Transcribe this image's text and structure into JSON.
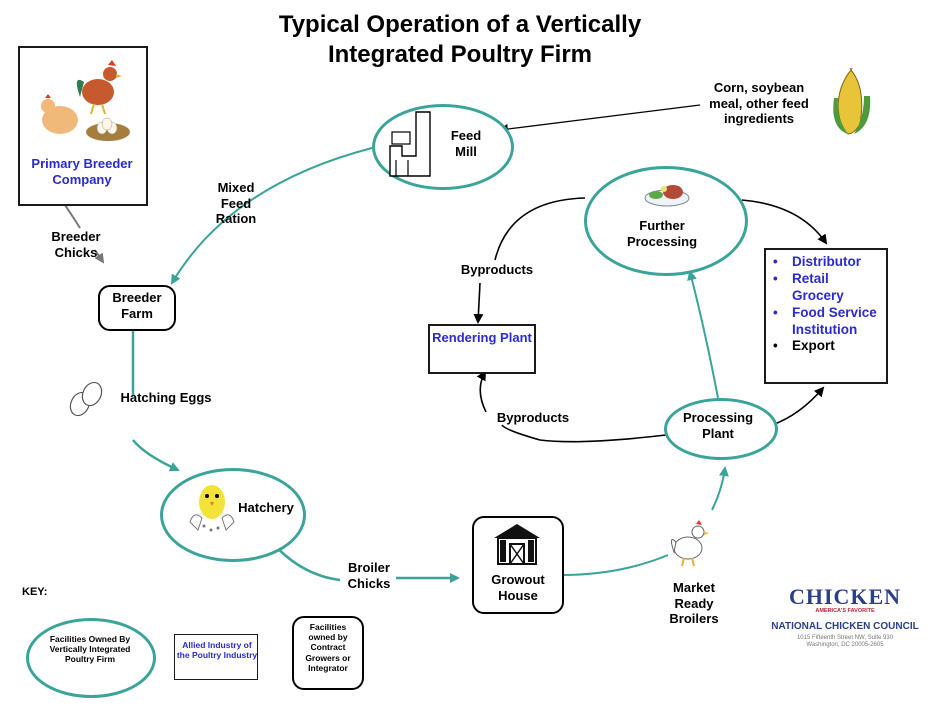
{
  "title_line1": "Typical Operation of a Vertically",
  "title_line2": "Integrated Poultry Firm",
  "nodes": {
    "primary_breeder": "Primary Breeder Company",
    "feed_mill": "Feed Mill",
    "breeder_farm": "Breeder Farm",
    "hatchery": "Hatchery",
    "growout_house": "Growout House",
    "processing_plant": "Processing Plant",
    "further_processing": "Further Processing",
    "rendering_plant": "Rendering Plant"
  },
  "labels": {
    "feed_ingredients": "Corn, soybean meal, other feed ingredients",
    "mixed_feed_ration": "Mixed Feed Ration",
    "breeder_chicks": "Breeder Chicks",
    "hatching_eggs": "Hatching Eggs",
    "broiler_chicks": "Broiler Chicks",
    "market_ready_broilers": "Market Ready Broilers",
    "byproducts_top": "Byproducts",
    "byproducts_bottom": "Byproducts"
  },
  "distribution": [
    {
      "label": "Distributor",
      "color": "#2a2ad0"
    },
    {
      "label": "Retail Grocery",
      "color": "#2a2ad0"
    },
    {
      "label": "Food Service Institution",
      "color": "#2a2ad0"
    },
    {
      "label": "Export",
      "color": "#000000"
    }
  ],
  "key": {
    "title": "KEY:",
    "owned": "Facilities Owned By Vertically Integrated Poultry Firm",
    "allied": "Allied Industry of the Poultry Industry",
    "contract": "Facilities owned by Contract Growers or Integrator"
  },
  "logo": {
    "wordmark": "CHICKEN",
    "tagline": "AMERICA'S FAVORITE",
    "org": "NATIONAL CHICKEN COUNCIL",
    "address1": "1015 Fifteenth Street NW, Suite 930",
    "address2": "Washington, DC 20005-2605"
  },
  "colors": {
    "teal": "#3aa39a",
    "blue_text": "#2a2ad0",
    "logo_blue": "#2b3f8a",
    "logo_red": "#b8233a"
  },
  "icons": [
    "chicken-family-icon",
    "feed-mill-icon",
    "corn-icon",
    "eggs-icon",
    "hatching-chick-icon",
    "barn-icon",
    "rooster-icon",
    "food-plate-icon"
  ]
}
